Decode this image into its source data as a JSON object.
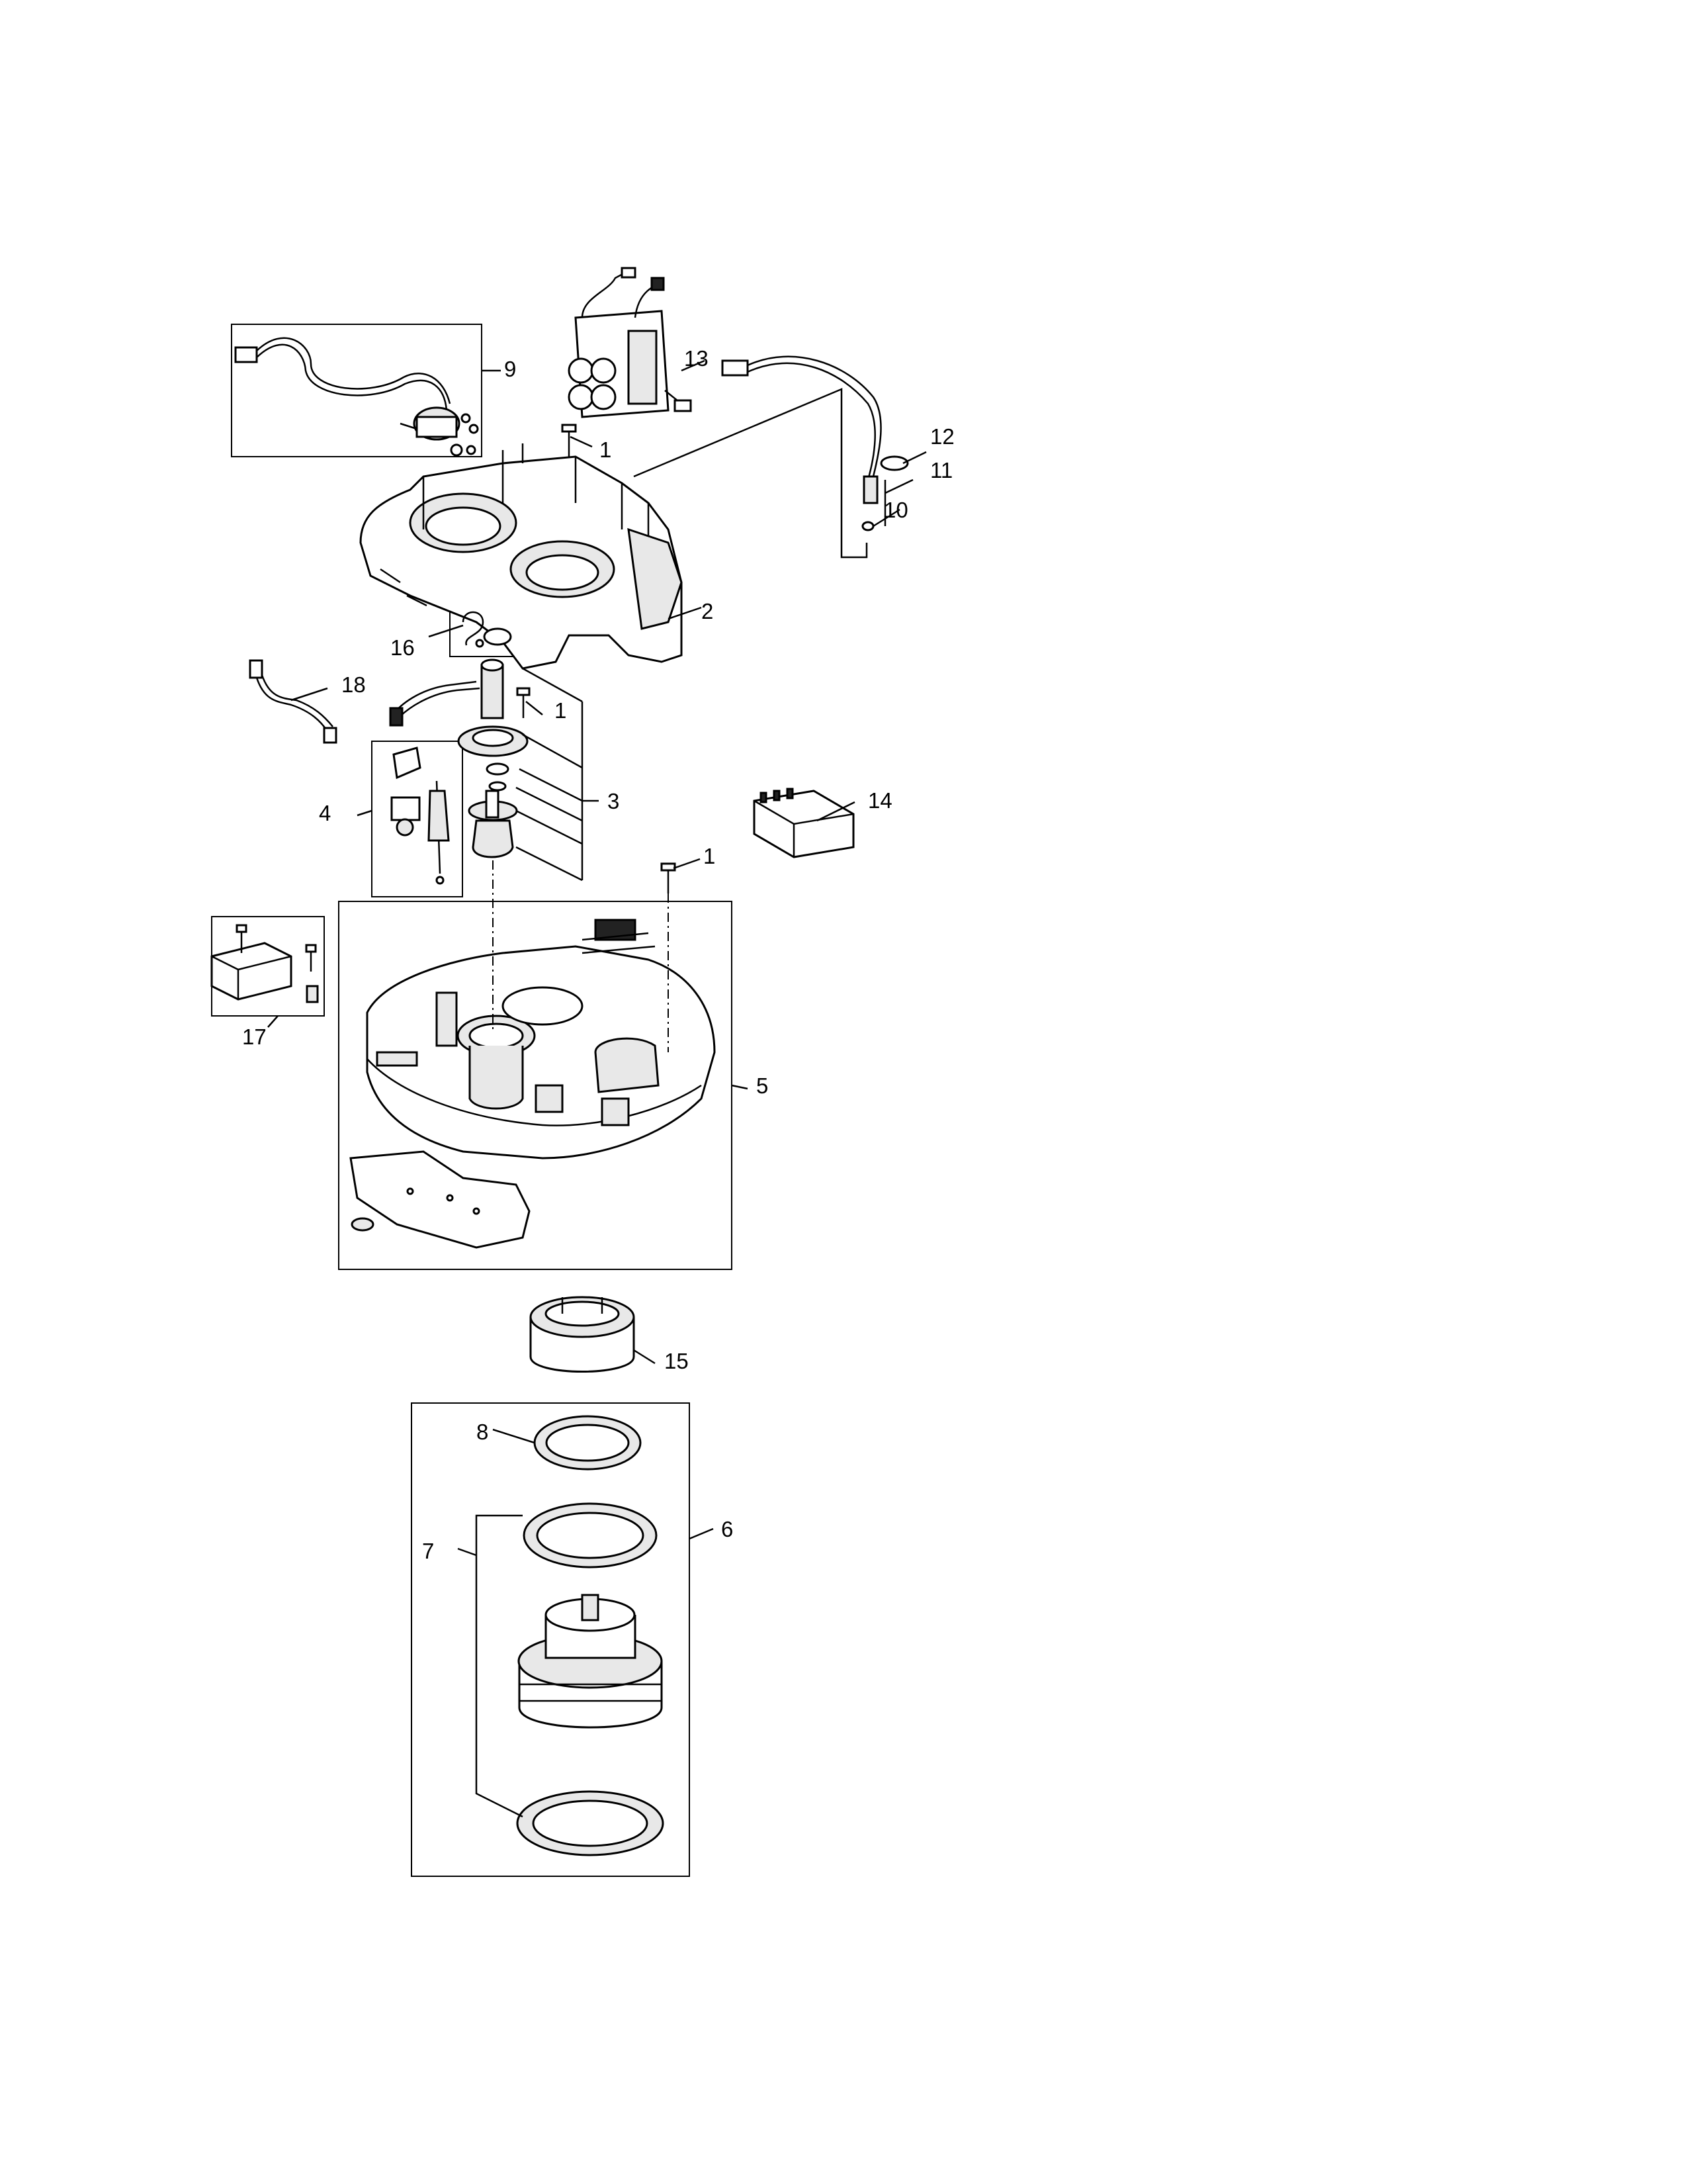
{
  "callouts": {
    "c1a": "1",
    "c1b": "1",
    "c1c": "1",
    "c2": "2",
    "c3": "3",
    "c4": "4",
    "c5": "5",
    "c6": "6",
    "c7": "7",
    "c8": "8",
    "c9": "9",
    "c10": "10",
    "c11": "11",
    "c12": "12",
    "c13": "13",
    "c14": "14",
    "c15": "15",
    "c16": "16",
    "c17": "17",
    "c18": "18"
  }
}
